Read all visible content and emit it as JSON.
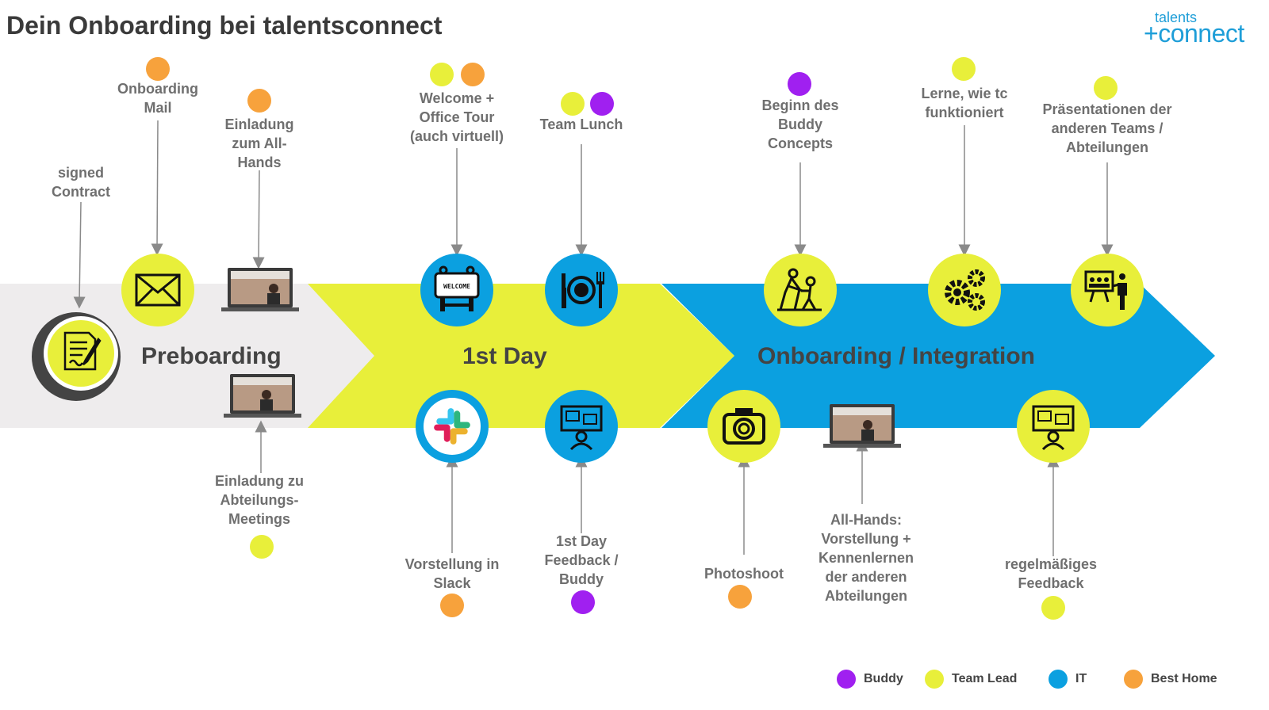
{
  "title": "Dein Onboarding bei talentsconnect",
  "logo": {
    "top": "talents",
    "bottom": "+connect"
  },
  "colors": {
    "buddy": "#a020f0",
    "team_lead": "#e8ef3a",
    "it": "#0ba0e0",
    "best_home": "#f7a23c",
    "grey_band": "#eeeced",
    "phase_text": "#444444"
  },
  "phases": {
    "preboarding": "Preboarding",
    "first_day": "1st Day",
    "integration": "Onboarding / Integration"
  },
  "steps": {
    "signed_contract": "signed\nContract",
    "onboarding_mail": "Onboarding\nMail",
    "einladung_all_hands": "Einladung\nzum All-\nHands",
    "einladung_abteilung": "Einladung zu\nAbteilungs-\nMeetings",
    "welcome_tour": "Welcome +\nOffice Tour\n(auch virtuell)",
    "team_lunch": "Team Lunch",
    "vorstellung_slack": "Vorstellung in\nSlack",
    "first_day_feedback": "1st Day\nFeedback /\nBuddy",
    "beginn_buddy": "Beginn des\nBuddy\nConcepts",
    "lerne_tc": "Lerne, wie tc\nfunktioniert",
    "praesentationen": "Präsentationen der\nanderen Teams /\nAbteilungen",
    "photoshoot": "Photoshoot",
    "all_hands_vorstellung": "All-Hands:\nVorstellung +\nKennenlernen\nder anderen\nAbteilungen",
    "regelmaessiges_feedback": "regelmäßiges\nFeedback"
  },
  "icons": {
    "contract": "contract-signing-icon",
    "mail": "envelope-icon",
    "welcome": "welcome-sign-icon",
    "lunch": "plate-cutlery-icon",
    "slack": "slack-logo-icon",
    "feedback": "feedback-icon",
    "buddy": "buddy-help-icon",
    "gears": "gears-icon",
    "presentation": "presentation-icon",
    "camera": "camera-icon",
    "laptop": "laptop-icon",
    "welcome_text": "WELCOME"
  },
  "legend": [
    {
      "label": "Buddy",
      "color": "#a020f0"
    },
    {
      "label": "Team Lead",
      "color": "#e8ef3a"
    },
    {
      "label": "IT",
      "color": "#0ba0e0"
    },
    {
      "label": "Best Home",
      "color": "#f7a23c"
    }
  ]
}
